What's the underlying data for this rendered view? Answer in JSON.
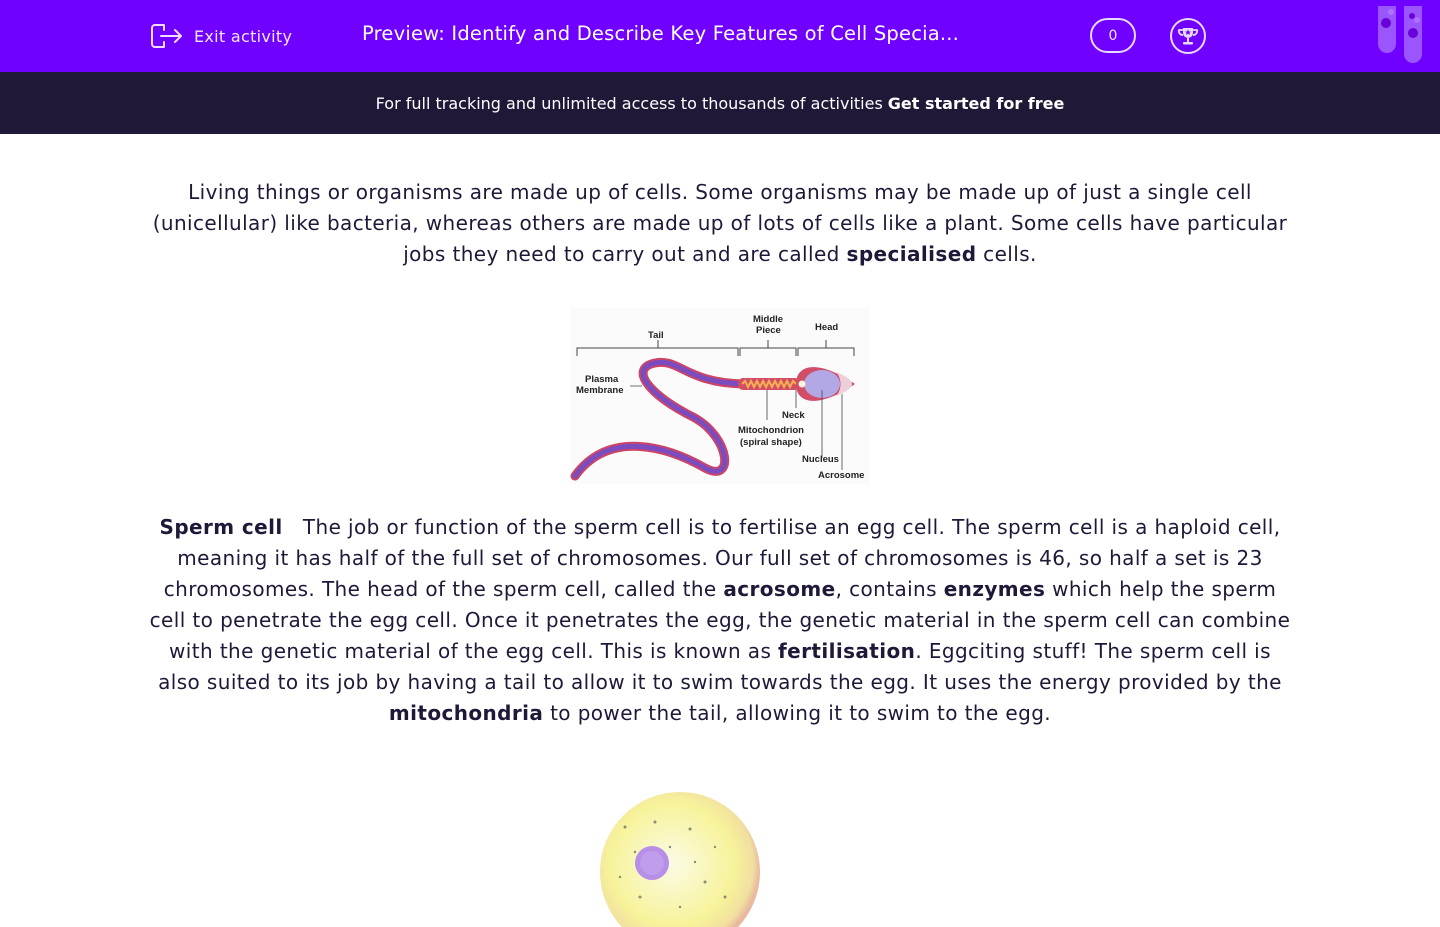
{
  "header": {
    "exit_label": "Exit activity",
    "title": "Preview: Identify and Describe Key Features of Cell Specia...",
    "score": "0",
    "colors": {
      "topbar": "#7000ff",
      "banner": "#211838",
      "text": "#201838"
    }
  },
  "banner": {
    "text": "For full tracking and unlimited access to thousands of activities",
    "cta": "Get started for free"
  },
  "intro": {
    "part1": "Living things or organisms are made up of cells. Some organisms may be made up of just a single cell (unicellular) like bacteria, whereas others are made up of lots of cells like a plant. Some cells have particular jobs they need to carry out and are called ",
    "bold1": "specialised",
    "part2": " cells."
  },
  "sperm_diagram": {
    "labels": {
      "tail": "Tail",
      "middle_piece_1": "Middle",
      "middle_piece_2": "Piece",
      "head": "Head",
      "plasma_1": "Plasma",
      "plasma_2": "Membrane",
      "neck": "Neck",
      "mito_1": "Mitochondrion",
      "mito_2": "(spiral shape)",
      "nucleus": "Nucleus",
      "acrosome": "Acrosome"
    }
  },
  "sperm_text": {
    "heading": "Sperm cell",
    "t1": "   The job or function of the sperm cell is to fertilise an egg cell. The sperm cell is a haploid cell, meaning it has half of the full set of chromosomes. Our full set of chromosomes is 46, so half a set is 23 chromosomes. The head of the sperm cell, called the ",
    "b1": "acrosome",
    "t2": ", contains ",
    "b2": "enzymes",
    "t3": " which help the sperm cell to penetrate the egg cell. Once it penetrates the egg, the genetic material in the sperm cell can combine with the genetic material of the egg cell. This is known as ",
    "b3": "fertilisation",
    "t4": ". Eggciting stuff! The sperm cell is also suited to its job by having a tail to allow it to swim towards the egg. It uses the energy provided by the ",
    "b4": "mitochondria",
    "t5": " to power the tail, allowing it to swim to the egg."
  }
}
